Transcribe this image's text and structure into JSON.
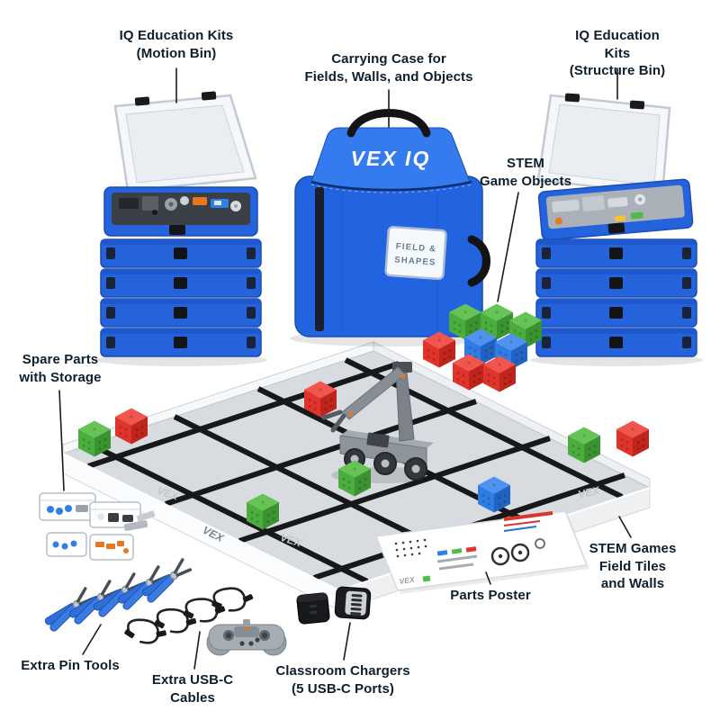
{
  "diagram": {
    "labels": {
      "motion_bin": "IQ Education Kits\n(Motion Bin)",
      "carrying_case": "Carrying Case for\nFields, Walls, and Objects",
      "structure_bin": "IQ Education Kits\n(Structure Bin)",
      "stem_game_objects": "STEM\nGame Objects",
      "spare_parts": "Spare Parts\nwith Storage",
      "pin_tools": "Extra Pin Tools",
      "usb_cables": "Extra USB-C\nCables",
      "chargers": "Classroom Chargers\n(5 USB-C Ports)",
      "parts_poster": "Parts Poster",
      "field_tiles": "STEM Games\nField Tiles and Walls"
    },
    "branding": {
      "vex_iq": "VEX IQ",
      "vex": "VEX",
      "case_tag_line1": "FIELD &",
      "case_tag_line2": "SHAPES"
    },
    "colors": {
      "bin_blue": "#2463dc",
      "case_blue": "#2263df",
      "cube_red": "#e0342b",
      "cube_green": "#4aad3d",
      "cube_blue": "#2f7de4",
      "field_gray": "#d8dbdf",
      "tape_black": "#17181a",
      "label_text": "#0e1f2d"
    }
  }
}
